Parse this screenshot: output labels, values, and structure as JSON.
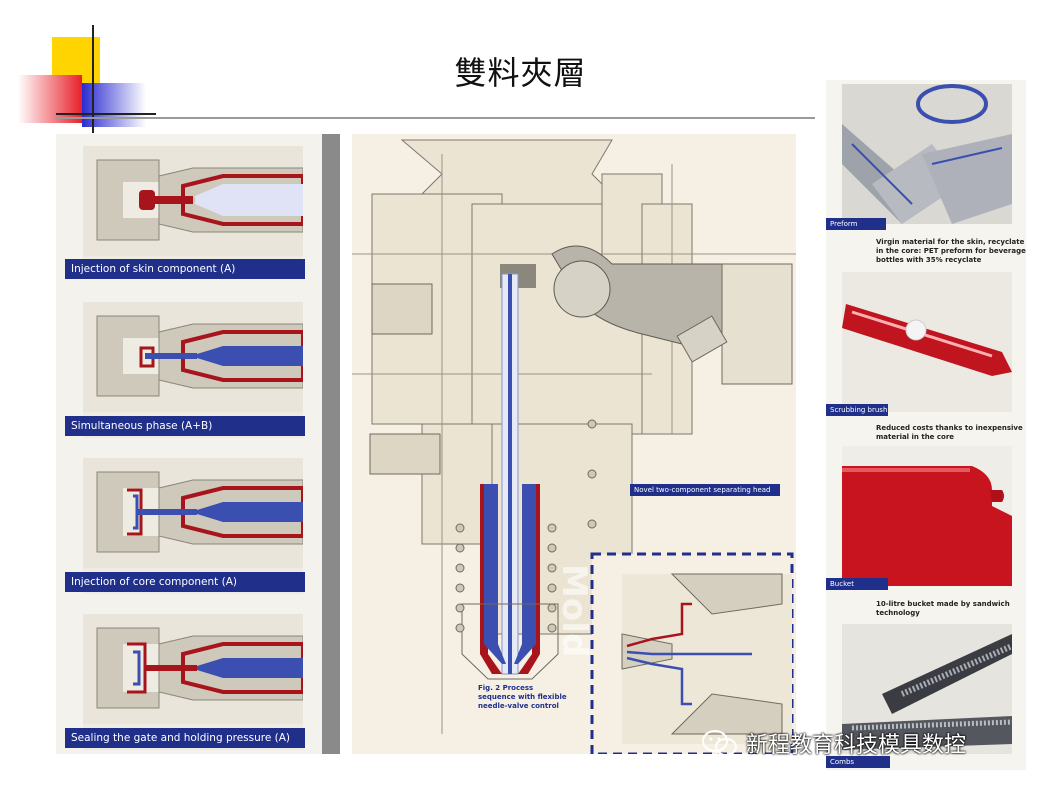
{
  "slide": {
    "title": "雙料夾層"
  },
  "steps": [
    {
      "caption": "Injection of skin component (A)"
    },
    {
      "caption": "Simultaneous phase (A+B)"
    },
    {
      "caption": "Injection of core component (A)"
    },
    {
      "caption": "Sealing the gate and holding pressure (A)"
    }
  ],
  "center": {
    "head_label": "Novel two-component separating head",
    "fig_caption_1": "Fig. 2 Process",
    "fig_caption_2": "sequence with flexible",
    "fig_caption_3": "needle-valve control",
    "side_text": "Mold"
  },
  "right": {
    "items": [
      {
        "label": "Preform",
        "text_1": "Virgin material for the skin, recyclate",
        "text_2": "in the core: PET preform for beverage",
        "text_3": "bottles with 35% recyclate"
      },
      {
        "label": "Scrubbing brush",
        "text_1": "Reduced costs thanks to inexpensive",
        "text_2": "material in the core",
        "text_3": ""
      },
      {
        "label": "Bucket",
        "text_1": "10-litre bucket made by sandwich",
        "text_2": "technology",
        "text_3": ""
      },
      {
        "label": "Combs",
        "text_1": "",
        "text_2": "",
        "text_3": ""
      }
    ]
  },
  "watermark": {
    "text": "新程教育科技模具数控"
  },
  "colors": {
    "skin": "#a8141c",
    "core": "#3a4fb0",
    "caption_bg": "#1f2f8a",
    "logo_yellow": "#ffd400",
    "logo_red": "#e8202a",
    "logo_blue": "#2b2bd0"
  }
}
